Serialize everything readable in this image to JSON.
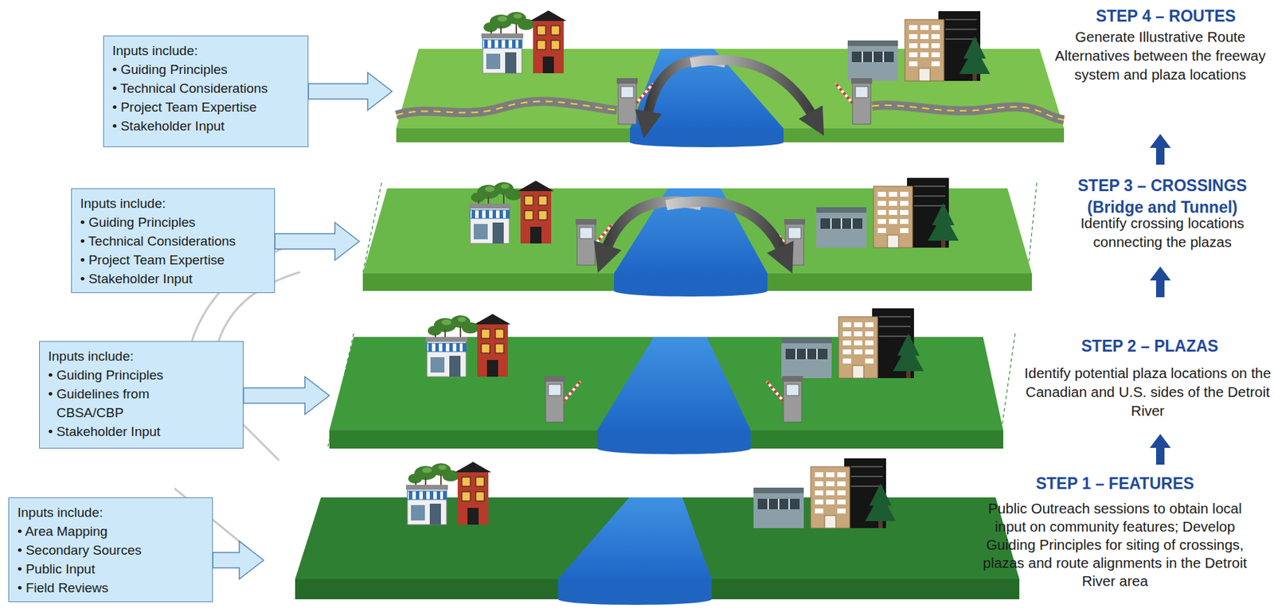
{
  "diagram": {
    "nodes": [
      {
        "text": [
          "Inputs include:",
          "• Guiding Principles",
          "• Technical Considerations",
          "• Project Team Expertise",
          "• Stakeholder Input"
        ]
      },
      {
        "text": [
          "Inputs include:",
          "• Guiding Principles",
          "• Technical Considerations",
          "• Project Team Expertise",
          "• Stakeholder Input"
        ]
      },
      {
        "text": [
          "Inputs include:",
          "• Guiding Principles",
          "• Guidelines from CBSA/CBP",
          "• Stakeholder Input"
        ]
      },
      {
        "text": [
          "Inputs include:",
          "• Area Mapping",
          "• Secondary Sources",
          "• Public Input",
          "• Field Reviews"
        ]
      }
    ],
    "labels": [
      "STEP 4 – ROUTES",
      "Generate Illustrative Route Alternatives between the freeway system and plaza locations",
      "STEP 3 – CROSSINGS (Bridge and Tunnel)",
      "Identify crossing locations connecting the plazas",
      "STEP 2 – PLAZAS",
      "Identify potential plaza locations on the Canadian and U.S. sides of the Detroit River",
      "STEP 1 – FEATURES",
      "Public Outreach sessions to obtain local input on community features; Develop Guiding Principles for siting of crossings, plazas and route alignments in the Detroit River area"
    ]
  }
}
